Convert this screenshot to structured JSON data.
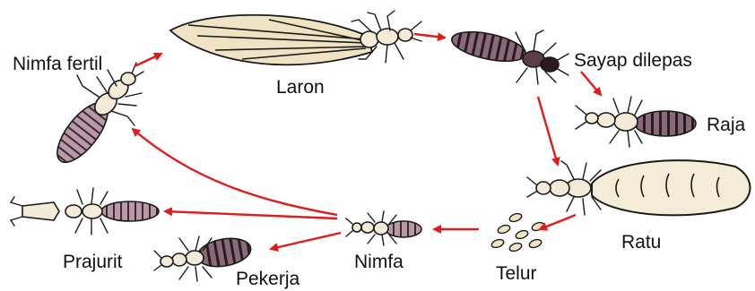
{
  "colors": {
    "arrow": "#e11b1b",
    "abdomen_dark": "#8a6a78",
    "abdomen_mid": "#b89aa6",
    "body_light": "#f3ead8",
    "queen_body": "#f4ecd6",
    "wing": "#efe3c4"
  },
  "labels": {
    "nimfa_fertil": "Nimfa fertil",
    "laron": "Laron",
    "sayap_dilepas": "Sayap dilepas",
    "raja": "Raja",
    "ratu": "Ratu",
    "telur": "Telur",
    "nimfa": "Nimfa",
    "prajurit": "Prajurit",
    "pekerja": "Pekerja"
  },
  "icons": {
    "nimfa_fertil": "termite-fertile-nymph-icon",
    "laron": "winged-termite-icon",
    "sayap_dilepas": "dealate-termite-icon",
    "raja": "king-termite-icon",
    "ratu": "queen-termite-icon",
    "telur": "eggs-icon",
    "nimfa": "nymph-termite-icon",
    "prajurit": "soldier-termite-icon",
    "pekerja": "worker-termite-icon"
  }
}
